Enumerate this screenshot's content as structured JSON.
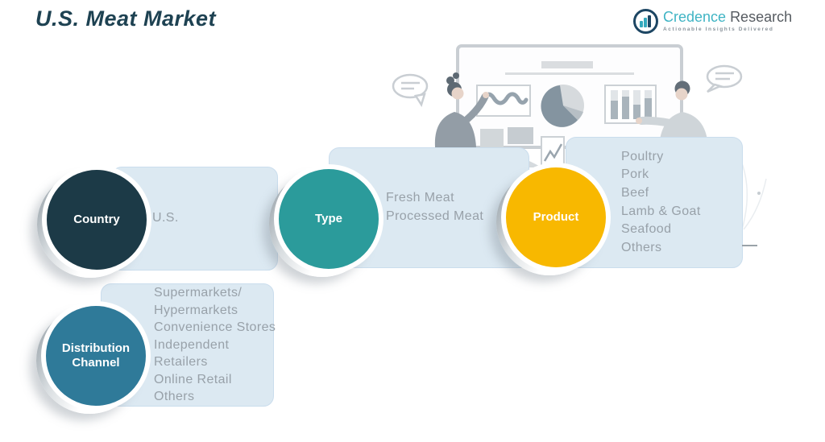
{
  "header": {
    "title": "U.S. Meat Market",
    "logo": {
      "brand_primary": "Credence",
      "brand_secondary": "Research",
      "tagline": "Actionable Insights Delivered"
    }
  },
  "segments": [
    {
      "name": "Country",
      "circle_color": "#1c3a47",
      "lines": [
        "U.S."
      ]
    },
    {
      "name": "Type",
      "circle_color": "#2b9b9b",
      "lines": [
        "Fresh Meat",
        "Processed Meat"
      ]
    },
    {
      "name": "Product",
      "circle_color": "#f8b800",
      "lines": [
        "Poultry",
        "Pork",
        "Beef",
        "Lamb & Goat",
        "Seafood",
        "Others"
      ]
    },
    {
      "name": "Distribution Channel",
      "circle_color": "#2f7a99",
      "lines": [
        "Supermarkets/",
        "Hypermarkets",
        "Convenience Stores",
        "Independent",
        "Retailers",
        "Online Retail",
        "Others"
      ]
    }
  ],
  "colors": {
    "title": "#1e4252",
    "panel_bg": "#dce9f2",
    "panel_border": "#cadded",
    "panel_text": "#98a1a9",
    "brand_teal": "#3fb4c4",
    "brand_dark": "#565b61",
    "country_circle": "#1c3a47",
    "type_circle": "#2b9b9b",
    "product_circle": "#f8b800",
    "distribution_circle": "#2f7a99"
  }
}
